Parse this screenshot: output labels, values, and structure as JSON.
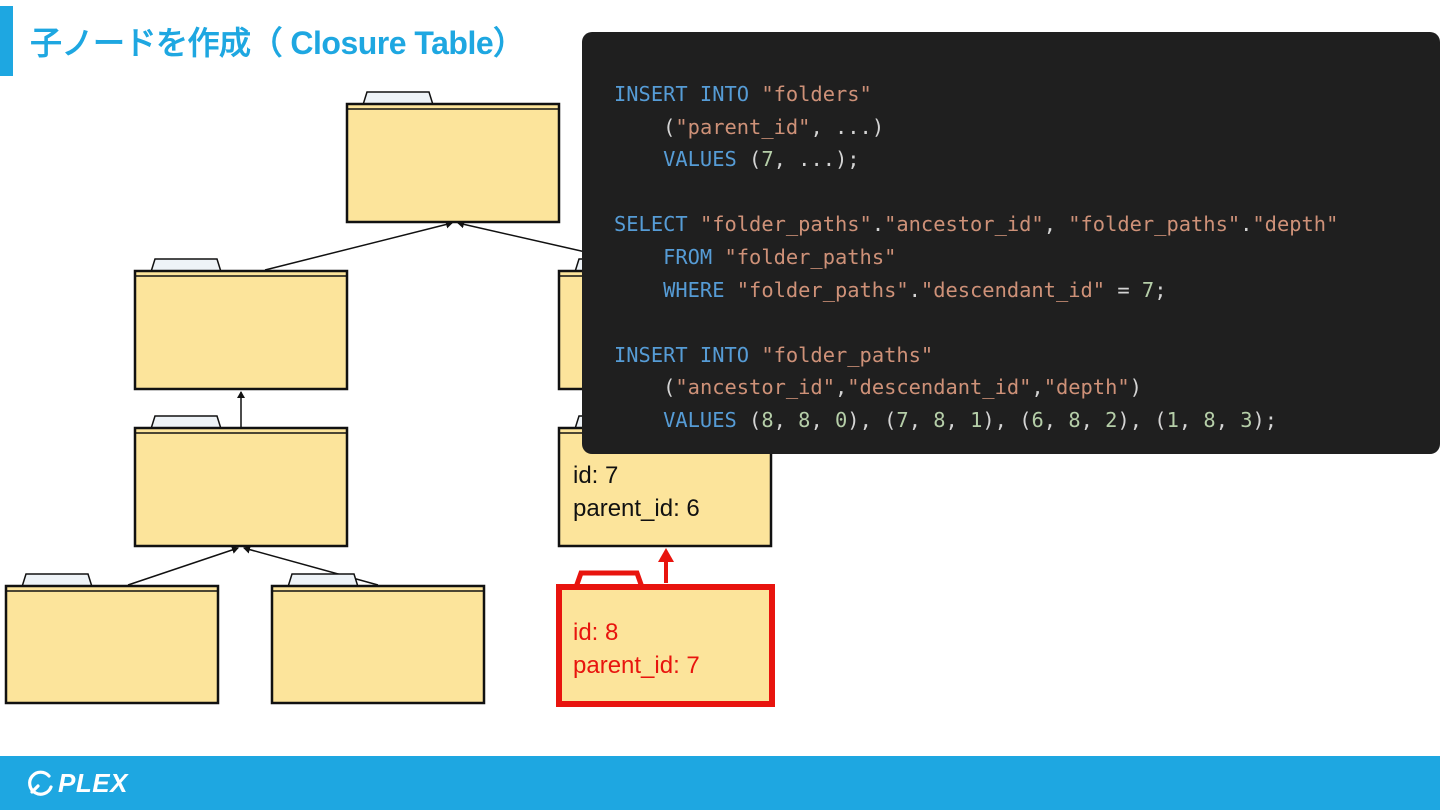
{
  "slide": {
    "title": "子ノードを作成（ Closure Table）"
  },
  "colors": {
    "accent": "#1ea7e1",
    "folder_fill": "#fce49b",
    "folder_tab": "#eef3f7",
    "new_node": "#e8140e",
    "code_bg": "#1f1f1f",
    "code_keyword": "#569cd6",
    "code_string": "#ce9178",
    "code_number": "#b5cea8"
  },
  "tree": {
    "node_7": {
      "id_label": "id: 7",
      "parent_label": "parent_id: 6"
    },
    "node_8": {
      "id_label": "id: 8",
      "parent_label": "parent_id: 7"
    }
  },
  "code": {
    "lines": [
      [
        {
          "t": "kw",
          "v": "INSERT INTO "
        },
        {
          "t": "str",
          "v": "\"folders\""
        }
      ],
      [
        {
          "t": "pn",
          "v": "    ("
        },
        {
          "t": "str",
          "v": "\"parent_id\""
        },
        {
          "t": "pn",
          "v": ", ...)"
        }
      ],
      [
        {
          "t": "kw",
          "v": "    VALUES "
        },
        {
          "t": "pn",
          "v": "("
        },
        {
          "t": "num",
          "v": "7"
        },
        {
          "t": "pn",
          "v": ", ...);"
        }
      ],
      [],
      [
        {
          "t": "kw",
          "v": "SELECT "
        },
        {
          "t": "str",
          "v": "\"folder_paths\""
        },
        {
          "t": "pn",
          "v": "."
        },
        {
          "t": "str",
          "v": "\"ancestor_id\""
        },
        {
          "t": "pn",
          "v": ", "
        },
        {
          "t": "str",
          "v": "\"folder_paths\""
        },
        {
          "t": "pn",
          "v": "."
        },
        {
          "t": "str",
          "v": "\"depth\""
        }
      ],
      [
        {
          "t": "kw",
          "v": "    FROM "
        },
        {
          "t": "str",
          "v": "\"folder_paths\""
        }
      ],
      [
        {
          "t": "kw",
          "v": "    WHERE "
        },
        {
          "t": "str",
          "v": "\"folder_paths\""
        },
        {
          "t": "pn",
          "v": "."
        },
        {
          "t": "str",
          "v": "\"descendant_id\""
        },
        {
          "t": "pn",
          "v": " = "
        },
        {
          "t": "num",
          "v": "7"
        },
        {
          "t": "pn",
          "v": ";"
        }
      ],
      [],
      [
        {
          "t": "kw",
          "v": "INSERT INTO "
        },
        {
          "t": "str",
          "v": "\"folder_paths\""
        }
      ],
      [
        {
          "t": "pn",
          "v": "    ("
        },
        {
          "t": "str",
          "v": "\"ancestor_id\""
        },
        {
          "t": "pn",
          "v": ","
        },
        {
          "t": "str",
          "v": "\"descendant_id\""
        },
        {
          "t": "pn",
          "v": ","
        },
        {
          "t": "str",
          "v": "\"depth\""
        },
        {
          "t": "pn",
          "v": ")"
        }
      ],
      [
        {
          "t": "kw",
          "v": "    VALUES "
        },
        {
          "t": "pn",
          "v": "("
        },
        {
          "t": "num",
          "v": "8"
        },
        {
          "t": "pn",
          "v": ", "
        },
        {
          "t": "num",
          "v": "8"
        },
        {
          "t": "pn",
          "v": ", "
        },
        {
          "t": "num",
          "v": "0"
        },
        {
          "t": "pn",
          "v": "), ("
        },
        {
          "t": "num",
          "v": "7"
        },
        {
          "t": "pn",
          "v": ", "
        },
        {
          "t": "num",
          "v": "8"
        },
        {
          "t": "pn",
          "v": ", "
        },
        {
          "t": "num",
          "v": "1"
        },
        {
          "t": "pn",
          "v": "), ("
        },
        {
          "t": "num",
          "v": "6"
        },
        {
          "t": "pn",
          "v": ", "
        },
        {
          "t": "num",
          "v": "8"
        },
        {
          "t": "pn",
          "v": ", "
        },
        {
          "t": "num",
          "v": "2"
        },
        {
          "t": "pn",
          "v": "), ("
        },
        {
          "t": "num",
          "v": "1"
        },
        {
          "t": "pn",
          "v": ", "
        },
        {
          "t": "num",
          "v": "8"
        },
        {
          "t": "pn",
          "v": ", "
        },
        {
          "t": "num",
          "v": "3"
        },
        {
          "t": "pn",
          "v": ");"
        }
      ]
    ]
  },
  "footer": {
    "logo_text": "PLEX",
    "logo_icon": "circle-logo-icon"
  }
}
